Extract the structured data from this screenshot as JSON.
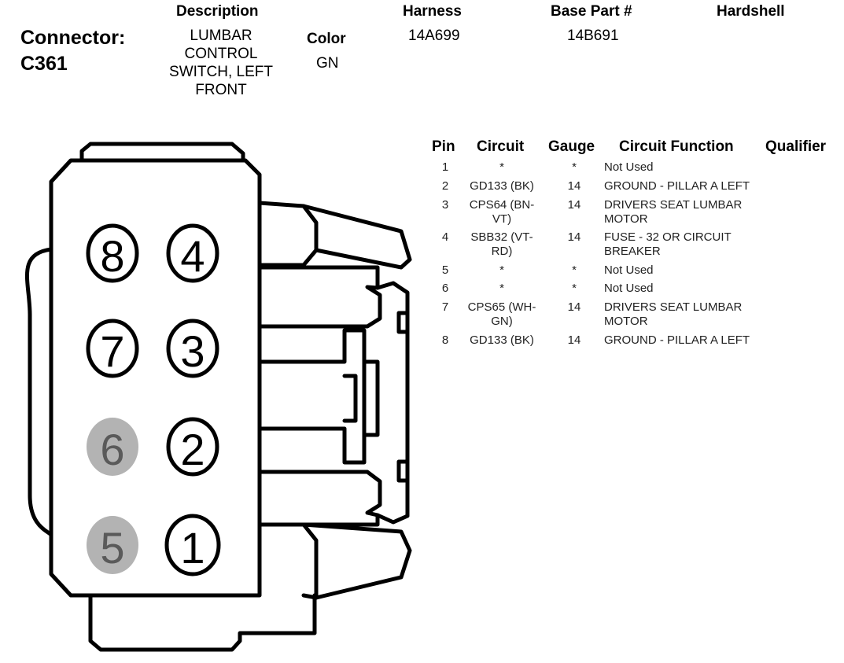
{
  "header": {
    "connector_label": "Connector:",
    "connector_id": "C361",
    "description_header": "Description",
    "description_lines": [
      "LUMBAR",
      "CONTROL",
      "SWITCH, LEFT",
      "FRONT"
    ],
    "color_header": "Color",
    "color_value": "GN",
    "harness_header": "Harness",
    "harness_value": "14A699",
    "base_part_header": "Base Part #",
    "base_part_value": "14B691",
    "hardshell_header": "Hardshell"
  },
  "table": {
    "columns": [
      "Pin",
      "Circuit",
      "Gauge",
      "Circuit Function",
      "Qualifier"
    ],
    "rows": [
      {
        "pin": "1",
        "circuit": [
          "*"
        ],
        "gauge": "*",
        "function": [
          "Not Used"
        ]
      },
      {
        "pin": "2",
        "circuit": [
          "GD133 (BK)"
        ],
        "gauge": "14",
        "function": [
          "GROUND - PILLAR A LEFT"
        ]
      },
      {
        "pin": "3",
        "circuit": [
          "CPS64 (BN-",
          "VT)"
        ],
        "gauge": "14",
        "function": [
          "DRIVERS SEAT LUMBAR",
          "MOTOR"
        ]
      },
      {
        "pin": "4",
        "circuit": [
          "SBB32 (VT-",
          "RD)"
        ],
        "gauge": "14",
        "function": [
          "FUSE - 32 OR CIRCUIT",
          "BREAKER"
        ]
      },
      {
        "pin": "5",
        "circuit": [
          "*"
        ],
        "gauge": "*",
        "function": [
          "Not Used"
        ]
      },
      {
        "pin": "6",
        "circuit": [
          "*"
        ],
        "gauge": "*",
        "function": [
          "Not Used"
        ]
      },
      {
        "pin": "7",
        "circuit": [
          "CPS65 (WH-",
          "GN)"
        ],
        "gauge": "14",
        "function": [
          "DRIVERS SEAT LUMBAR",
          "MOTOR"
        ]
      },
      {
        "pin": "8",
        "circuit": [
          "GD133 (BK)"
        ],
        "gauge": "14",
        "function": [
          "GROUND - PILLAR A LEFT"
        ]
      }
    ]
  },
  "connector_pins": [
    {
      "number": "8",
      "used": true
    },
    {
      "number": "4",
      "used": true
    },
    {
      "number": "7",
      "used": true
    },
    {
      "number": "3",
      "used": true
    },
    {
      "number": "6",
      "used": false
    },
    {
      "number": "2",
      "used": true
    },
    {
      "number": "5",
      "used": false
    },
    {
      "number": "1",
      "used": true
    }
  ],
  "colors": {
    "outline": "#000000",
    "unused_pin_fill": "#b3b3b3",
    "unused_pin_text": "#5a5a5a",
    "used_pin_fill": "#ffffff"
  }
}
